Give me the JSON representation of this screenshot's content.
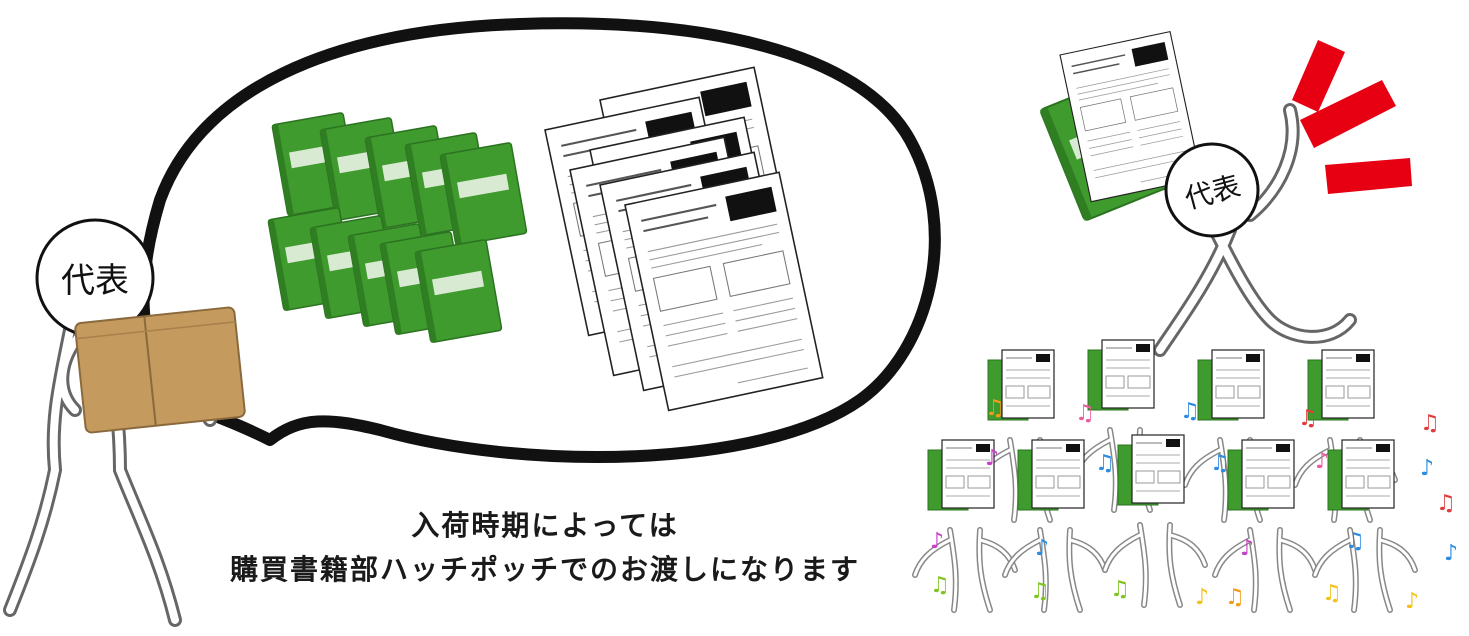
{
  "labels": {
    "representative_left": "代表",
    "representative_right": "代表"
  },
  "caption": {
    "line1": "入荷時期によっては",
    "line2": "購買書籍部ハッチポッチでのお渡しになります"
  },
  "colors": {
    "book_green": "#3f9b2e",
    "book_label": "#d9ead3",
    "box_brown": "#c49a5e",
    "alert_red": "#e60012",
    "outline": "#111111"
  },
  "icons": [
    "book-icon",
    "document-icon",
    "cardboard-box-icon",
    "music-note-icon",
    "alert-lines-icon"
  ]
}
